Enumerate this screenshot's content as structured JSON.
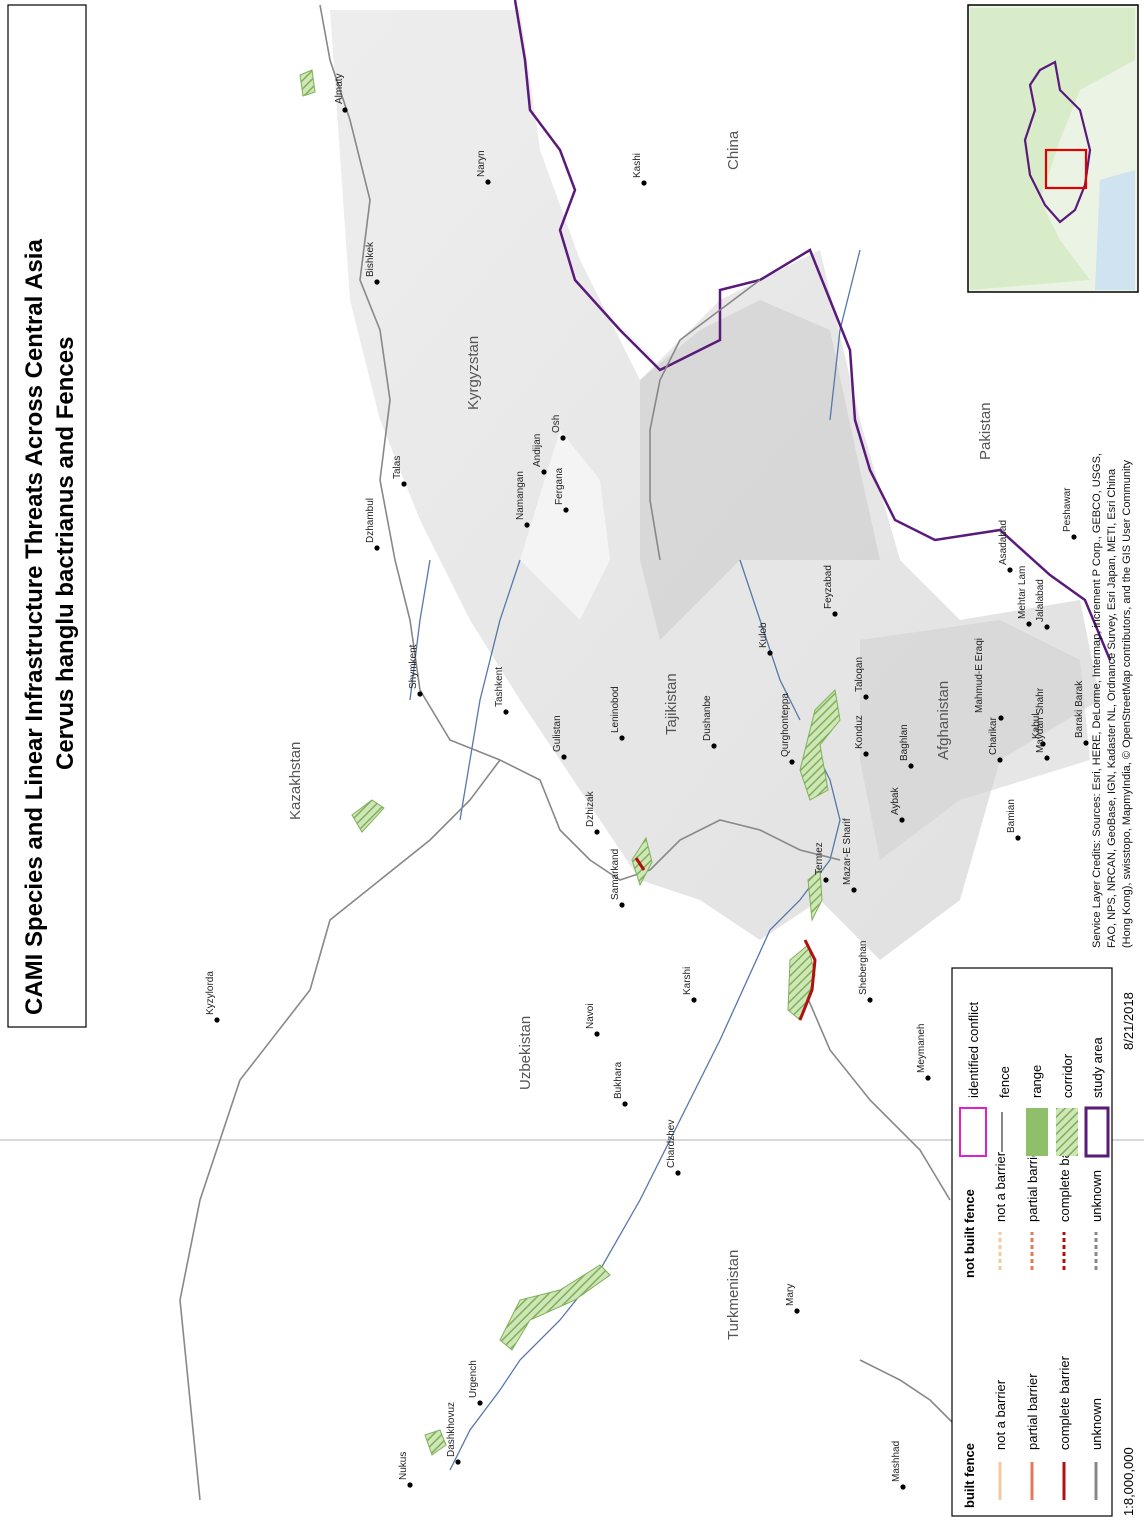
{
  "title": {
    "line1": "CAMI Species and Linear Infrastructure Threats Across Central Asia",
    "line2": "Cervus hanglu bactrianus and Fences"
  },
  "countries": {
    "kazakhstan": "Kazakhstan",
    "kyrgyzstan": "Kyrgyzstan",
    "china": "China",
    "uzbekistan": "Uzbekistan",
    "tajikistan": "Tajikistan",
    "turkmenistan": "Turkmenistan",
    "afghanistan": "Afghanistan",
    "pakistan": "Pakistan"
  },
  "cities": {
    "almaty": "Almaty",
    "kashi": "Kashi",
    "naryn": "Naryn",
    "bishkek": "Bishkek",
    "talas": "Talas",
    "dzhambul": "Dzhambul",
    "andijan": "Andijan",
    "osh": "Osh",
    "namangan": "Namangan",
    "fergana": "Fergana",
    "shymkent": "Shymkent",
    "tashkent": "Tashkent",
    "gulistan": "Gulistan",
    "leninobod": "Leninobod",
    "dzhizak": "Dzhizak",
    "samarkand": "Samarkand",
    "dushanbe": "Dushanbe",
    "kulob": "Kulob",
    "qurghonteppa": "Qurghonteppa",
    "feyzabad": "Feyzabad",
    "talogan": "Taloqan",
    "konduz": "Konduz",
    "baghlan": "Baghlan",
    "aybak": "Aybak",
    "mazar": "Mazar-E Sharif",
    "termez": "Termez",
    "sheberghan": "Sheberghan",
    "karshi": "Karshi",
    "navoi": "Navoi",
    "bukhara": "Bukhara",
    "kyzylorda": "Kyzylorda",
    "meymaneh": "Meymaneh",
    "chardzhev": "Chardzhev",
    "mary": "Mary",
    "urgench": "Urgench",
    "tashauz": "Dashkhovuz",
    "nukus": "Nukus",
    "mashhad": "Mashhad",
    "asadabad": "Asadabad",
    "peshawar": "Peshawar",
    "mehtarlam": "Mehtar Lam",
    "jalalabad": "Jalalabad",
    "mahmud": "Mahmud-E Eraqi",
    "charikar": "Charikar",
    "kabul": "Kabul",
    "maydan": "Maydan Shahr",
    "bamian": "Bamian",
    "baraki": "Baraki Barak"
  },
  "legend": {
    "built_fence": "built fence",
    "not_built_fence": "not built fence",
    "not_a_barrier": "not a barrier",
    "partial_barrier": "partial barrier",
    "complete_barrier": "complete barrier",
    "unknown": "unknown",
    "identified_conflict": "identified conflict",
    "fence": "fence",
    "range": "range",
    "corridor": "corridor",
    "study_area": "study area",
    "scale": "1:8,000,000",
    "date": "8/21/2018"
  },
  "credits": {
    "line1": "Service Layer Credits: Sources: Esri, HERE, DeLorme, Intermap, increment P Corp., GEBCO, USGS,",
    "line2": "FAO, NPS, NRCAN, GeoBase, IGN, Kadaster NL, Ordnance Survey, Esri Japan, METI, Esri China",
    "line3": "(Hong Kong), swisstopo, MapmyIndia, © OpenStreetMap contributors, and the GIS User Community"
  },
  "colors": {
    "study_area": "#5a1a7a",
    "fence": "#888888",
    "range": "#8fbf6a",
    "complete_barrier": "#b01010",
    "partial_barrier": "#e07a5a",
    "not_a_barrier": "#f2c9a0",
    "identified_conflict": "#e020c8",
    "river": "#5577aa"
  }
}
